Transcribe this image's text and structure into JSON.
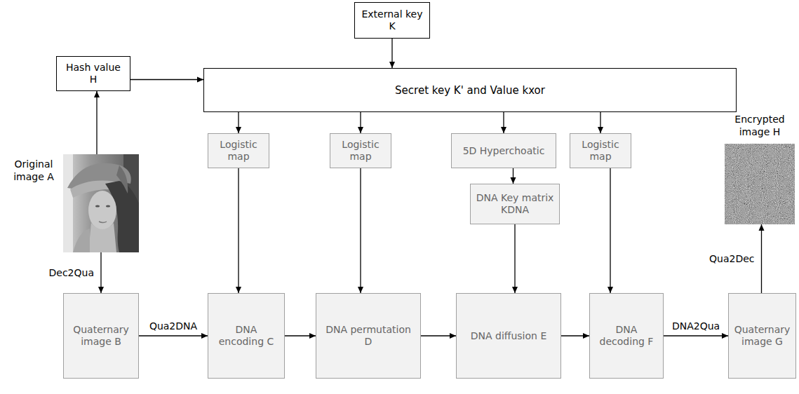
{
  "diagram": {
    "nodes": [
      {
        "text": [
          "External key K"
        ]
      },
      {
        "text": [
          "Hash value H"
        ]
      },
      {
        "text": [
          "Secret key K' and Value kxor"
        ]
      },
      {
        "text": [
          "Logistic map"
        ]
      },
      {
        "text": [
          "Logistic map"
        ]
      },
      {
        "text": [
          "5D Hyperchoatic"
        ]
      },
      {
        "text": [
          "Logistic map"
        ]
      },
      {
        "text": [
          "DNA Key matrix KDNA"
        ]
      },
      {
        "text": [
          "Original image A"
        ]
      },
      {
        "text": [
          "Encrypted image H"
        ]
      },
      {
        "text": [
          "Quaternary image B"
        ]
      },
      {
        "text": [
          "DNA encoding C"
        ]
      },
      {
        "text": [
          "DNA permutation D"
        ]
      },
      {
        "text": [
          "DNA diffusion E"
        ]
      },
      {
        "text": [
          "DNA decoding F"
        ]
      },
      {
        "text": [
          "Quaternary image G"
        ]
      }
    ],
    "edges": [
      {
        "from": 0,
        "to": 2,
        "arrow": "to"
      },
      {
        "from": 1,
        "to": 2,
        "arrow": "to"
      },
      {
        "from": 8,
        "to": 1,
        "arrow": "to"
      },
      {
        "from": 2,
        "to": 3,
        "arrow": "to"
      },
      {
        "from": 2,
        "to": 4,
        "arrow": "to"
      },
      {
        "from": 2,
        "to": 5,
        "arrow": "to"
      },
      {
        "from": 2,
        "to": 6,
        "arrow": "to"
      },
      {
        "from": 5,
        "to": 7,
        "arrow": "to"
      },
      {
        "from": 3,
        "to": 11,
        "arrow": "to"
      },
      {
        "from": 4,
        "to": 12,
        "arrow": "to"
      },
      {
        "from": 7,
        "to": 13,
        "arrow": "to"
      },
      {
        "from": 6,
        "to": 14,
        "arrow": "to"
      },
      {
        "from": 8,
        "to": 10,
        "label": "Dec2Qua",
        "arrow": "to"
      },
      {
        "from": 10,
        "to": 11,
        "label": "Qua2DNA",
        "arrow": "to"
      },
      {
        "from": 11,
        "to": 12,
        "arrow": "to"
      },
      {
        "from": 12,
        "to": 13,
        "arrow": "to"
      },
      {
        "from": 13,
        "to": 14,
        "arrow": "to"
      },
      {
        "from": 14,
        "to": 15,
        "label": "DNA2Qua",
        "arrow": "to"
      },
      {
        "from": 15,
        "to": 9,
        "label": "Qua2Dec",
        "arrow": "to"
      }
    ]
  }
}
